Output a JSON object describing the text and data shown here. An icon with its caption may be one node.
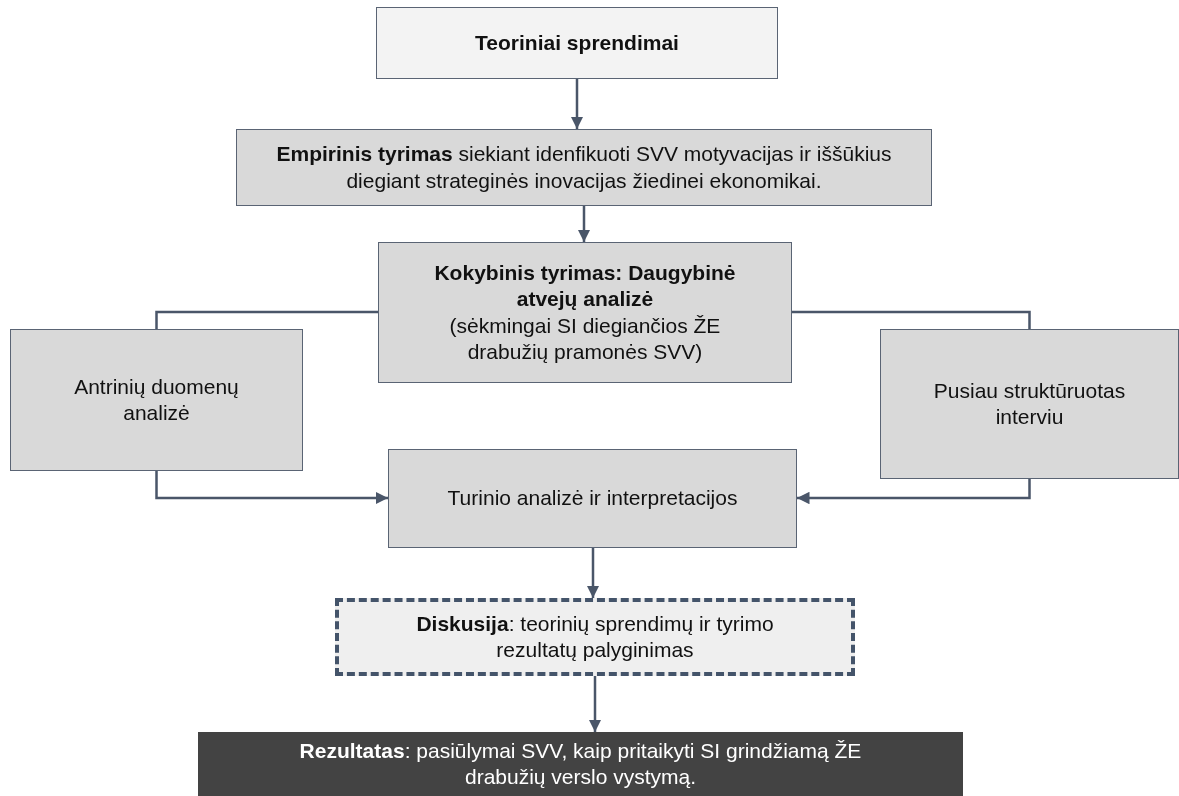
{
  "diagram": {
    "nodes": [
      {
        "text": [
          "Teoriniai sprendimai"
        ]
      },
      {
        "text": [
          "**Empirinis tyrimas** siekiant idenfikuoti SVV motyvacijas ir iššūkius diegiant strateginės inovacijas žiedinei ekonomikai."
        ]
      },
      {
        "text": [
          "Kokybinis tyrimas: Daugybinė atvejų analizė",
          "(sėkmingai SI diegiančios ŽE drabužių pramonės SVV)"
        ]
      },
      {
        "text": [
          "Antrinių duomenų analizė"
        ]
      },
      {
        "text": [
          "Pusiau struktūruotas interviu"
        ]
      },
      {
        "text": [
          "Turinio analizė ir interpretacijos"
        ]
      },
      {
        "text": [
          "**Diskusija**: teorinių sprendimų ir tyrimo rezultatų palyginimas"
        ]
      },
      {
        "text": [
          "**Rezultatas**: pasiūlymai SVV, kaip pritaikyti SI grindžiamą ŽE drabužių verslo vystymą."
        ]
      }
    ],
    "edges": [
      {
        "from": 0,
        "to": 1,
        "arrow": "to"
      },
      {
        "from": 1,
        "to": 2,
        "arrow": "to"
      },
      {
        "from": 2,
        "to": 3,
        "arrow": "none"
      },
      {
        "from": 2,
        "to": 4,
        "arrow": "none"
      },
      {
        "from": 3,
        "to": 5,
        "arrow": "to"
      },
      {
        "from": 4,
        "to": 5,
        "arrow": "to"
      },
      {
        "from": 5,
        "to": 6,
        "arrow": "to"
      },
      {
        "from": 6,
        "to": 7,
        "arrow": "to"
      }
    ]
  }
}
